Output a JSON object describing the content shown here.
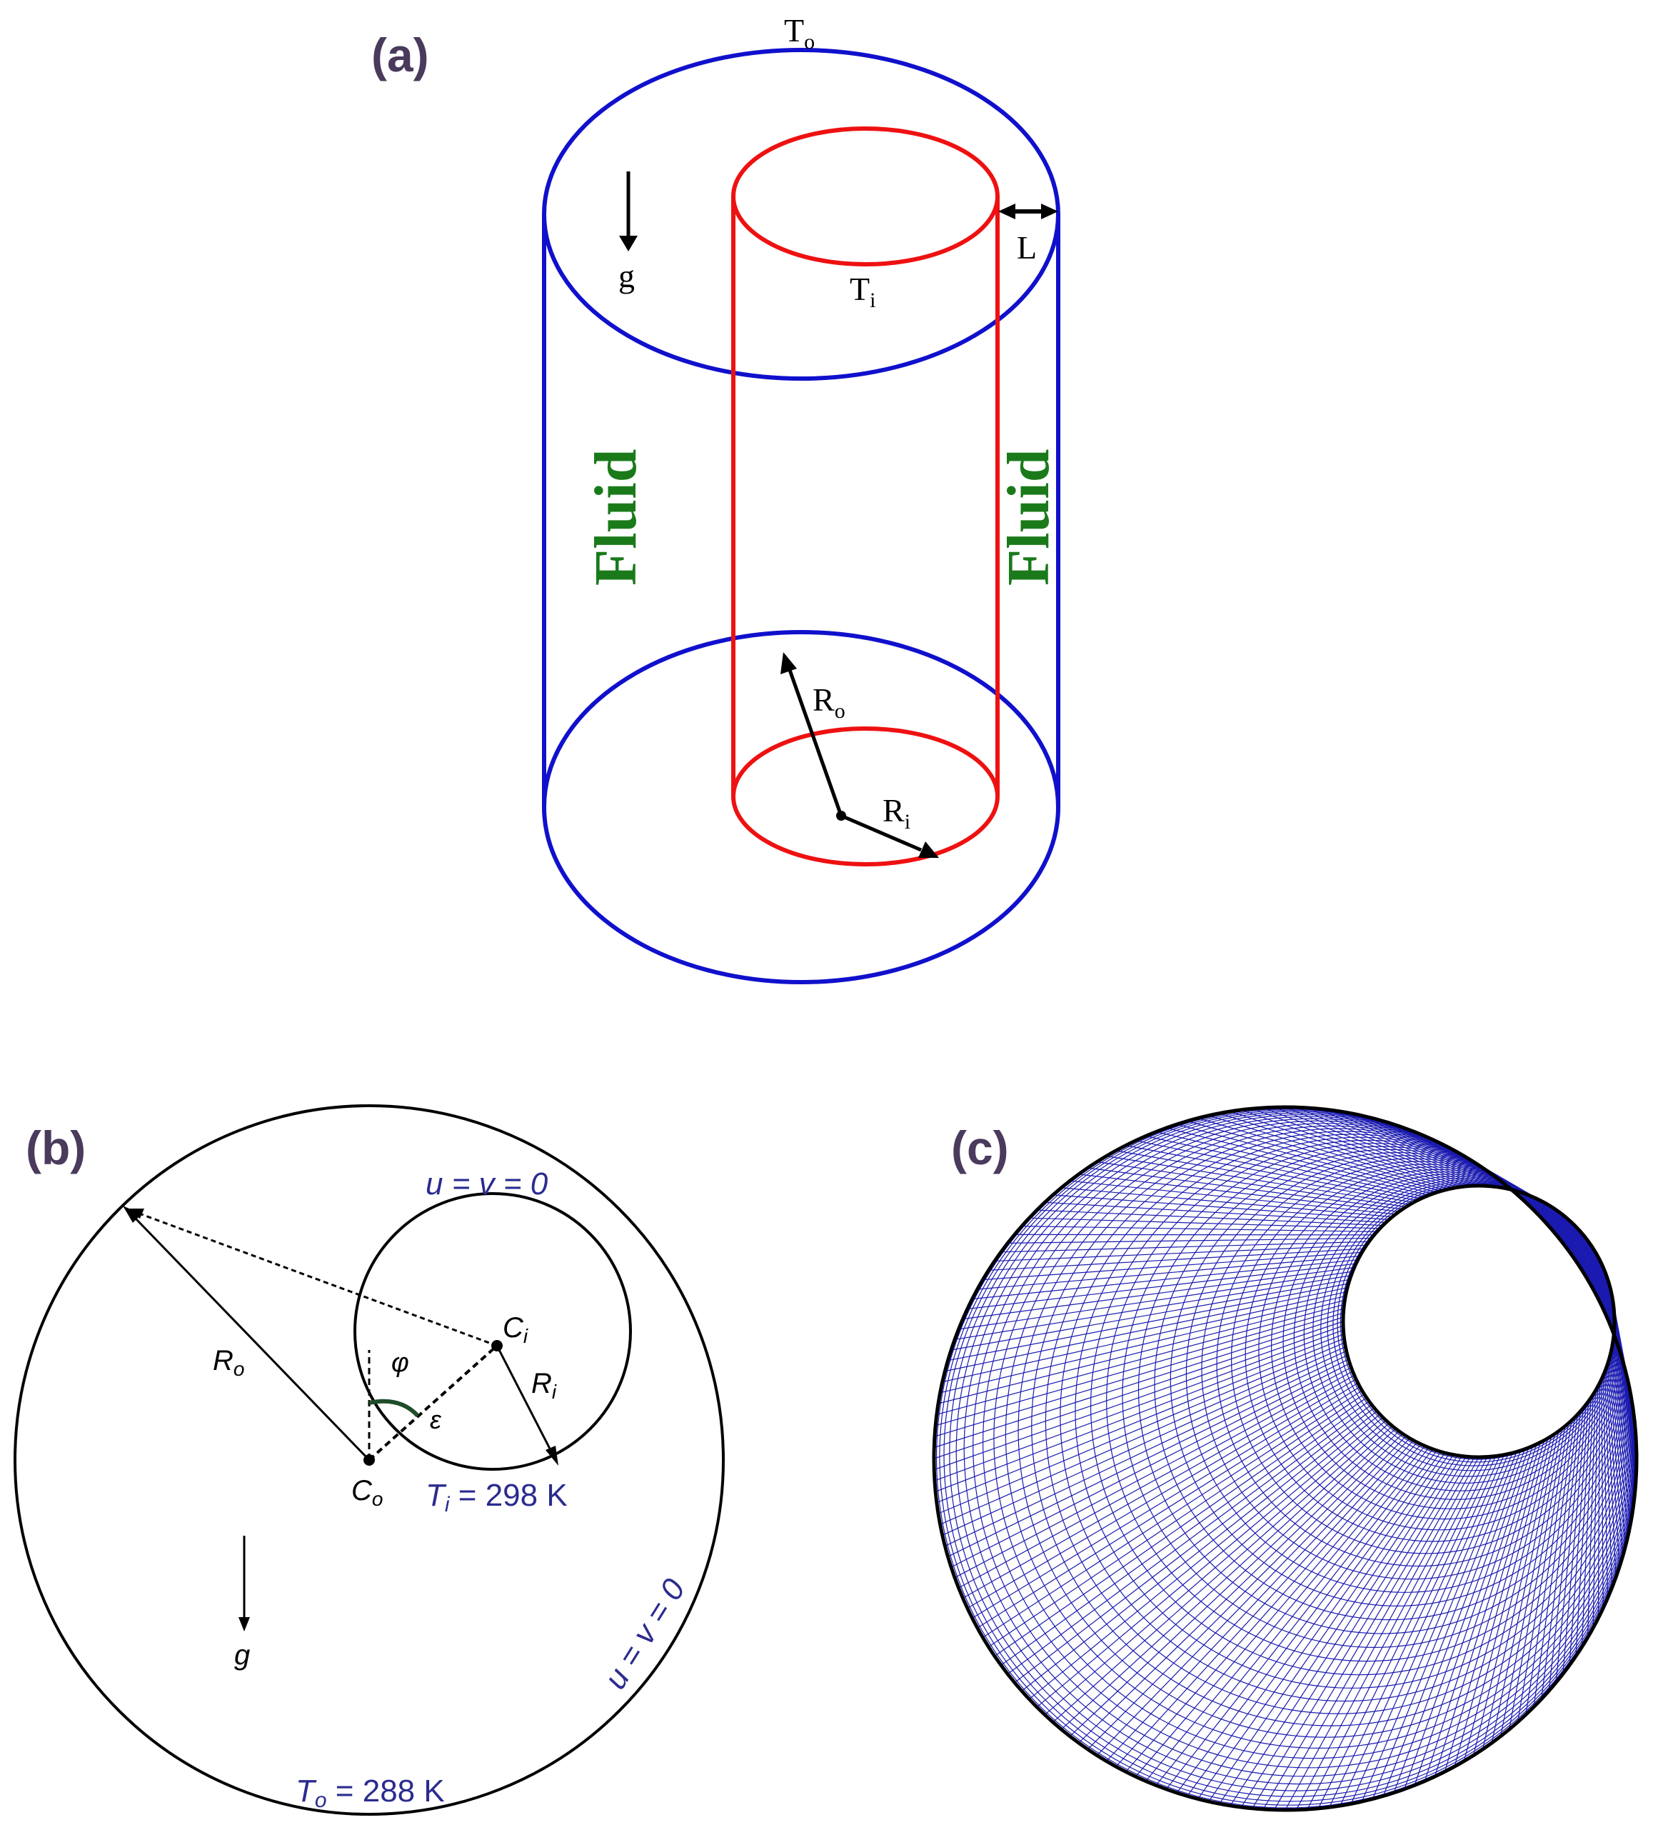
{
  "panels": {
    "a": {
      "label": "(a)",
      "outer_temp": {
        "base": "T",
        "sub": "o"
      },
      "inner_temp": {
        "base": "T",
        "sub": "i"
      },
      "gravity": "g",
      "gap": "L",
      "fluid_left": "Fluid",
      "fluid_right": "Fluid",
      "outer_radius": {
        "base": "R",
        "sub": "o"
      },
      "inner_radius": {
        "base": "R",
        "sub": "i"
      },
      "colors": {
        "outer_cylinder": "#1010cc",
        "inner_cylinder": "#ee1111",
        "fluid_text": "#1a7a1a"
      }
    },
    "b": {
      "label": "(b)",
      "inner_bc": "u = v = 0",
      "outer_bc": "u = v = 0",
      "inner_center": {
        "base": "C",
        "sub": "i"
      },
      "outer_center": {
        "base": "C",
        "sub": "o"
      },
      "outer_radius": {
        "base": "R",
        "sub": "o"
      },
      "inner_radius": {
        "base": "R",
        "sub": "i"
      },
      "angle": "φ",
      "eccentricity": "ε",
      "gravity": "g",
      "inner_temp": {
        "base": "T",
        "sub": "i",
        "value": " = 298 K"
      },
      "outer_temp": {
        "base": "T",
        "sub": "o",
        "value": " = 288 K"
      },
      "colors": {
        "bc_text": "#2b2b8f"
      }
    },
    "c": {
      "label": "(c)",
      "colors": {
        "mesh": "#1a1ab0",
        "boundary": "#000000"
      }
    }
  }
}
